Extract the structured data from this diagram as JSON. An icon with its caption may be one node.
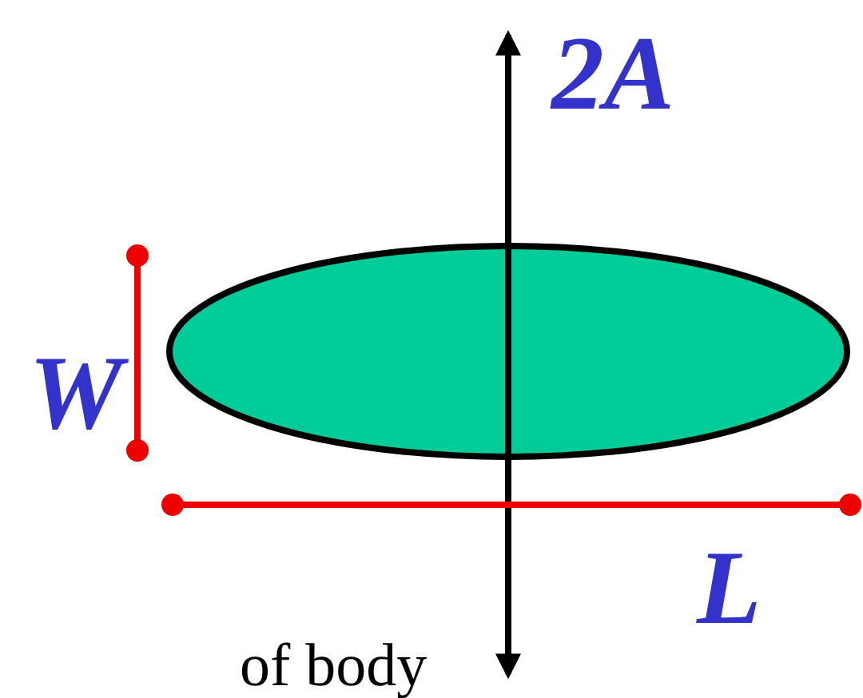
{
  "diagram": {
    "nodes": [
      {
        "text": [],
        "shape": "ellipse"
      }
    ],
    "labels": [
      "2A",
      "W",
      "L",
      "of body"
    ]
  }
}
